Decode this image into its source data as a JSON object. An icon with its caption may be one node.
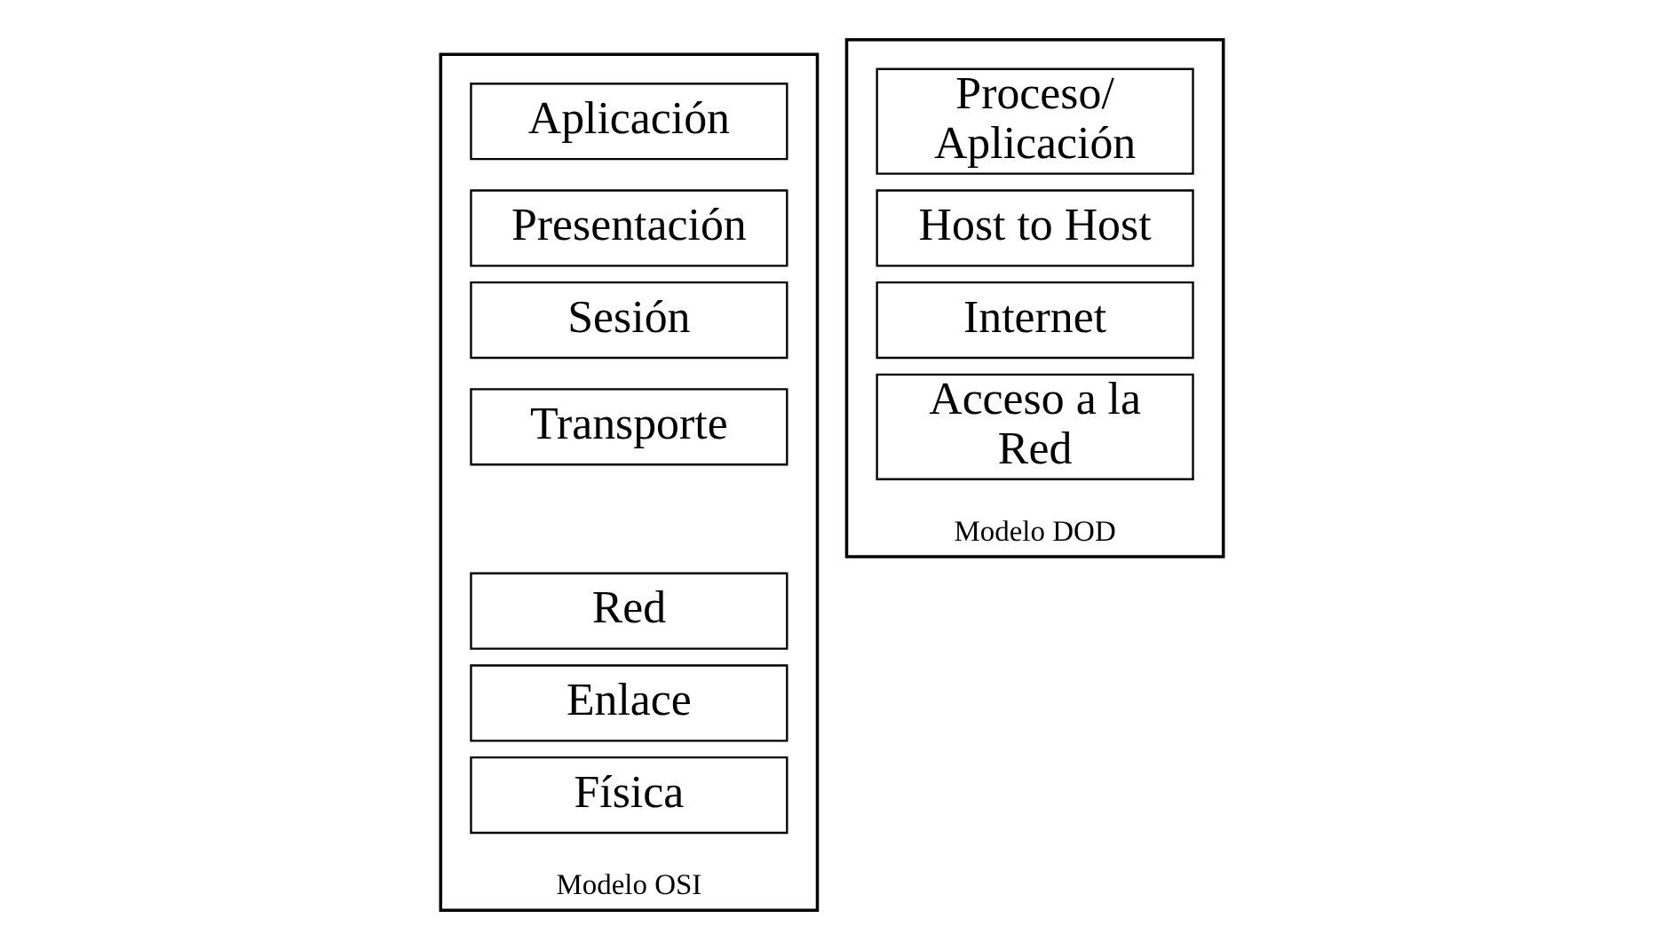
{
  "diagram": {
    "nodes": [
      {
        "text": [],
        "shape": "box",
        "beside": [
          "Modelo OSI"
        ]
      },
      {
        "text": [
          "Aplicación"
        ],
        "in": 0
      },
      {
        "text": [
          "Presentación"
        ],
        "in": 0
      },
      {
        "text": [
          "Sesión"
        ],
        "in": 0
      },
      {
        "text": [
          "Transporte"
        ],
        "in": 0
      },
      {
        "text": [
          "Red"
        ],
        "in": 0
      },
      {
        "text": [
          "Enlace"
        ],
        "in": 0
      },
      {
        "text": [
          "Física"
        ],
        "in": 0
      },
      {
        "text": [],
        "shape": "box",
        "beside": [
          "Modelo DOD"
        ]
      },
      {
        "text": [
          "Proceso/ Aplicación"
        ],
        "in": 8
      },
      {
        "text": [
          "Host to Host"
        ],
        "in": 8
      },
      {
        "text": [
          "Internet"
        ],
        "in": 8
      },
      {
        "text": [
          "Acceso a la Red"
        ],
        "in": 8
      }
    ],
    "edges": []
  }
}
